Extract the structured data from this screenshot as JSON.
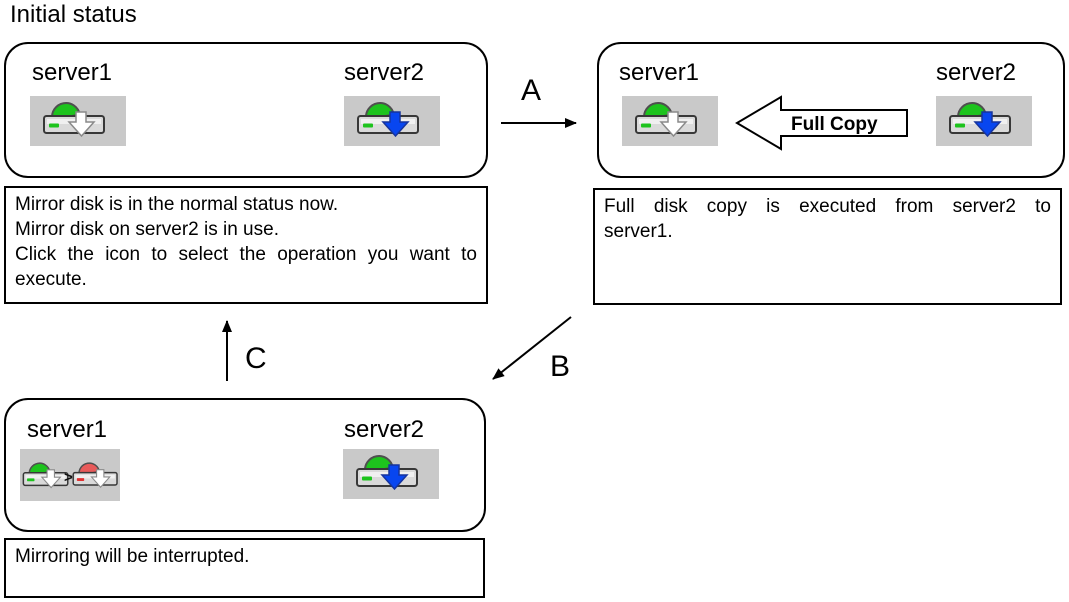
{
  "title": "Initial status",
  "colors": {
    "icon_bg": "#c9c9c9",
    "icon_green": "#1dc31d",
    "icon_red": "#e85a5a",
    "icon_led_red": "#e03030",
    "icon_blue": "#0846f0",
    "icon_blue_stroke": "#16349e",
    "arrow_white": "#ffffff",
    "arrow_white_stroke": "#8a8a8a"
  },
  "states": {
    "initial": {
      "server1": {
        "label": "server1",
        "icon": "mirror-disk-normal-icon"
      },
      "server2": {
        "label": "server2",
        "icon": "mirror-disk-active-icon"
      },
      "note_lines": [
        "Mirror disk is in the normal status now.",
        "Mirror disk on server2 is in use.",
        "Click the icon to select the operation you want to",
        "execute."
      ]
    },
    "full_copy": {
      "server1": {
        "label": "server1",
        "icon": "mirror-disk-normal-icon"
      },
      "server2": {
        "label": "server2",
        "icon": "mirror-disk-active-icon"
      },
      "copy_arrow_label": "Full Copy",
      "note_lines": [
        "Full disk copy is executed from server2 to",
        "server1."
      ]
    },
    "interrupted": {
      "server1": {
        "label": "server1",
        "icon": "mirror-disk-green-to-red-icon",
        "chevron": ">"
      },
      "server2": {
        "label": "server2",
        "icon": "mirror-disk-active-icon"
      },
      "note_lines": [
        "Mirroring will be interrupted."
      ]
    }
  },
  "transitions": {
    "a": "A",
    "b": "B",
    "c": "C"
  }
}
